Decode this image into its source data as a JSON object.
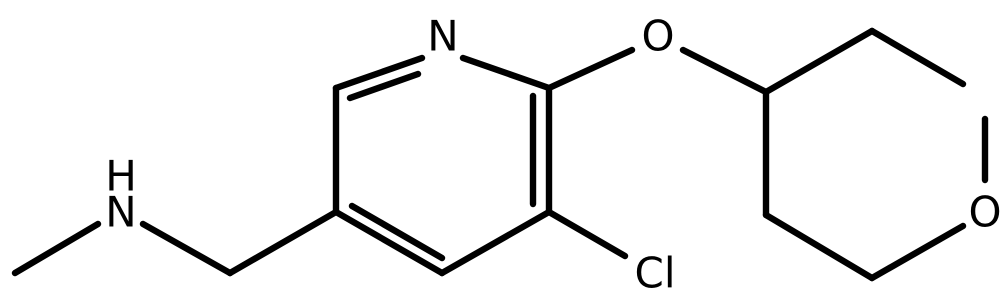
{
  "molecule": {
    "atoms": {
      "pyridine_n": "N",
      "ether_o": "O",
      "ring_o": "O",
      "chloro": "Cl",
      "amine_h": "H",
      "amine_n": "N"
    }
  },
  "colors": {
    "bond": "#000000",
    "label": "#000000",
    "background": "#ffffff"
  }
}
